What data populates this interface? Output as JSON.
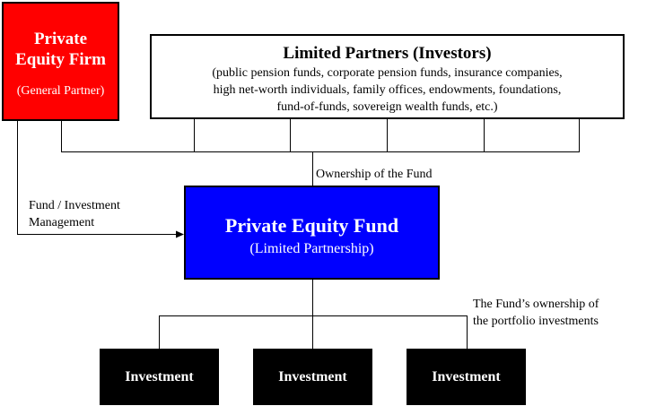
{
  "pe_firm": {
    "title_line1": "Private",
    "title_line2": "Equity Firm",
    "subtitle": "(General Partner)",
    "color": "#ff0000"
  },
  "limited_partners": {
    "title": "Limited Partners (Investors)",
    "description_lines": [
      "(public pension funds, corporate pension funds, insurance companies,",
      "high net-worth individuals, family offices, endowments, foundations,",
      "fund-of-funds, sovereign wealth funds, etc.)"
    ]
  },
  "fund": {
    "title": "Private Equity Fund",
    "subtitle": "(Limited Partnership)",
    "color": "#0000ff"
  },
  "labels": {
    "ownership": "Ownership of the Fund",
    "management_lines": [
      "Fund / Investment",
      "Management"
    ],
    "portfolio_lines": [
      "The Fund’s ownership of",
      "the portfolio investments"
    ]
  },
  "investments": [
    "Investment",
    "Investment",
    "Investment"
  ]
}
